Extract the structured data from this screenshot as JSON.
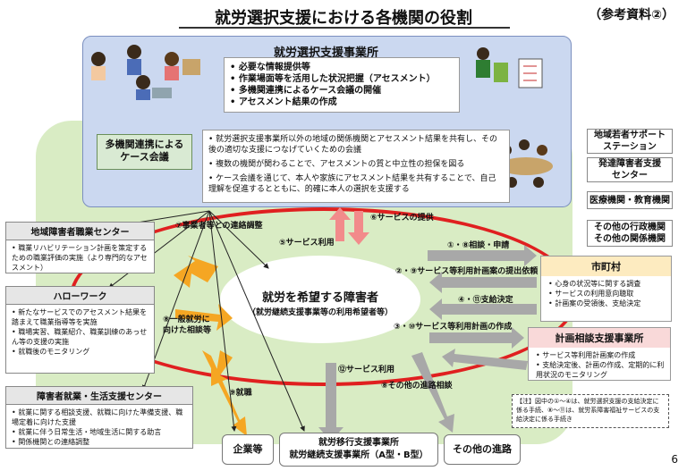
{
  "header": {
    "title": "就労選択支援における各機関の役割",
    "reference": "（参考資料②）",
    "page_number": "6"
  },
  "top_box": {
    "heading": "就労選択支援事業所",
    "items": [
      "必要な情報提供等",
      "作業場面等を活用した状況把握（アセスメント）",
      "多機関連携によるケース会議の開催",
      "アセスメント結果の作成"
    ]
  },
  "case_meeting": {
    "label": "多機関連携による\nケース会議",
    "items": [
      "就労選択支援事業所以外の地域の関係機関とアセスメント結果を共有し、その後の適切な支援につなげていくための会議",
      "複数の機関が関わることで、アセスメントの質と中立性の担保を図る",
      "ケース会議を通じて、本人や家族にアセスメント結果を共有することで、自己理解を促進するとともに、的確に本人の選択を支援する"
    ]
  },
  "right_boxes": [
    "地域若者サポート\nステーション",
    "発達障害者支援\nセンター",
    "医療機関・教育機関",
    "その他の行政機関\nその他の関係機関"
  ],
  "left_boxes": [
    {
      "title": "地域障害者職業センター",
      "items": [
        "職業リハビリテーション計画を策定するための職業評価の実施（より専門的なアセスメント）"
      ]
    },
    {
      "title": "ハローワーク",
      "items": [
        "新たなサービスでのアセスメント結果を踏まえて職業指導等を実施",
        "職場実習、職業紹介、職業訓練のあっせん等の支援の実施",
        "就職後のモニタリング"
      ]
    },
    {
      "title": "障害者就業・生活支援センター",
      "items": [
        "就業に関する相談支援、就職に向けた準備支援、職場定着に向けた支援",
        "就業に伴う日常生活・地域生活に関する助言",
        "関係機関との連絡調整"
      ]
    }
  ],
  "center": {
    "main": "就労を希望する障害者",
    "sub": "（就労継続支援事業等の利用希望者等）"
  },
  "city": {
    "title": "市町村",
    "items": [
      "心身の状況等に関する調査",
      "サービスの利用意向聴取",
      "計画案の受領後、支給決定"
    ]
  },
  "planning": {
    "title": "計画相談支援事業所",
    "items": [
      "サービス等利用計画案の作成",
      "支給決定後、計画の作成、定期的に利用状況のモニタリング"
    ]
  },
  "flow_labels": {
    "coordination": "⑦事業者等との連絡調整",
    "service_use": "⑤サービス利用",
    "service_provide": "⑥サービスの提供",
    "consult": "①・⑧相談・申請",
    "plan_submit": "②・⑨サービス等利用計画案の提出依頼",
    "payment": "④・⑪支給決定",
    "plan_create": "③・⑩サービス等利用計画の作成",
    "service_use_12": "⑫サービス利用",
    "general_work": "⑧一般就労に\n向けた相談等",
    "employment": "⑨就職",
    "other_path": "⑧その他の進路相談"
  },
  "note": "【注】図中の①～④は、就労選択支援の支給決定に係る手続、⑧～⑪は、就労系障害福祉サービスの支給決定に係る手続き",
  "destinations": [
    "企業等",
    "就労移行支援事業所\n就労継続支援事業所（A型・B型）",
    "その他の進路"
  ],
  "colors": {
    "green_zone": "#d9ecc4",
    "top_box": "#cbd8f0",
    "red_ellipse": "#e02020",
    "pink_arrow": "#f28b8b",
    "orange_arrow": "#f5a623",
    "gray_arrow": "#a8a8a8"
  }
}
